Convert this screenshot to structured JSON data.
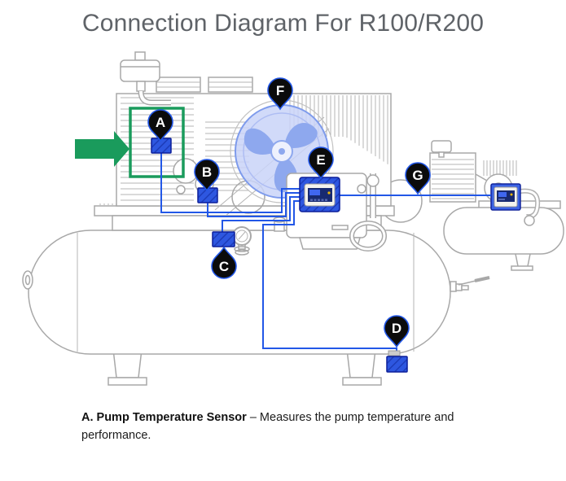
{
  "title": "Connection Diagram For R100/R200",
  "pins": [
    {
      "letter": "A"
    },
    {
      "letter": "B"
    },
    {
      "letter": "C"
    },
    {
      "letter": "D"
    },
    {
      "letter": "E"
    },
    {
      "letter": "F"
    },
    {
      "letter": "G"
    }
  ],
  "caption": {
    "term": "A. Pump Temperature Sensor",
    "dash": "–",
    "text": "Measures the pump temperature and performance."
  },
  "colors": {
    "highlight_green": "#1a9b5c",
    "wire_blue": "#2257e7",
    "sensor_box_blue": "#2e57e0",
    "pin_black": "#0b0b0b",
    "fan_blue": "#8ea8ee",
    "title_gray": "#5f6368",
    "led_yellow": "#edb800"
  }
}
